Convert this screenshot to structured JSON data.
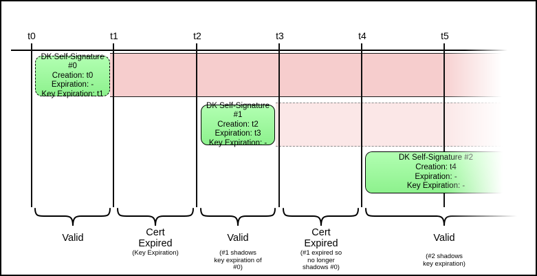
{
  "diagram": {
    "ticks": [
      "t0",
      "t1",
      "t2",
      "t3",
      "t4",
      "t5"
    ],
    "signatures": [
      {
        "title": "DK Self-Signature #0",
        "creation": "Creation: t0",
        "expiration": "Expiration: -",
        "key_expiration": "Key Expiration: t1"
      },
      {
        "title": "DK Self-Signature #1",
        "creation": "Creation: t2",
        "expiration": "Expiration: t3",
        "key_expiration": "Key Expiration: -"
      },
      {
        "title": "DK Self-Signature #2",
        "creation": "Creation: t4",
        "expiration": "Expiration: -",
        "key_expiration": "Key Expiration: -"
      }
    ],
    "sections": [
      {
        "label": "Valid",
        "note": ""
      },
      {
        "label": "Cert\nExpired",
        "note": "(Key Expiration)"
      },
      {
        "label": "Valid",
        "note": "(#1 shadows\nkey expiration of\n#0)"
      },
      {
        "label": "Cert\nExpired",
        "note": "(#1 expired so\nno longer\nshadows #0)"
      },
      {
        "label": "Valid",
        "note": "(#2 shadows\nkey expiration)"
      }
    ],
    "colors": {
      "band_dark": "#f6cdcd",
      "band_light": "#fbe7e7",
      "green_top": "#b2ffb2",
      "green_bottom": "#8df18d",
      "line": "#000000"
    }
  }
}
